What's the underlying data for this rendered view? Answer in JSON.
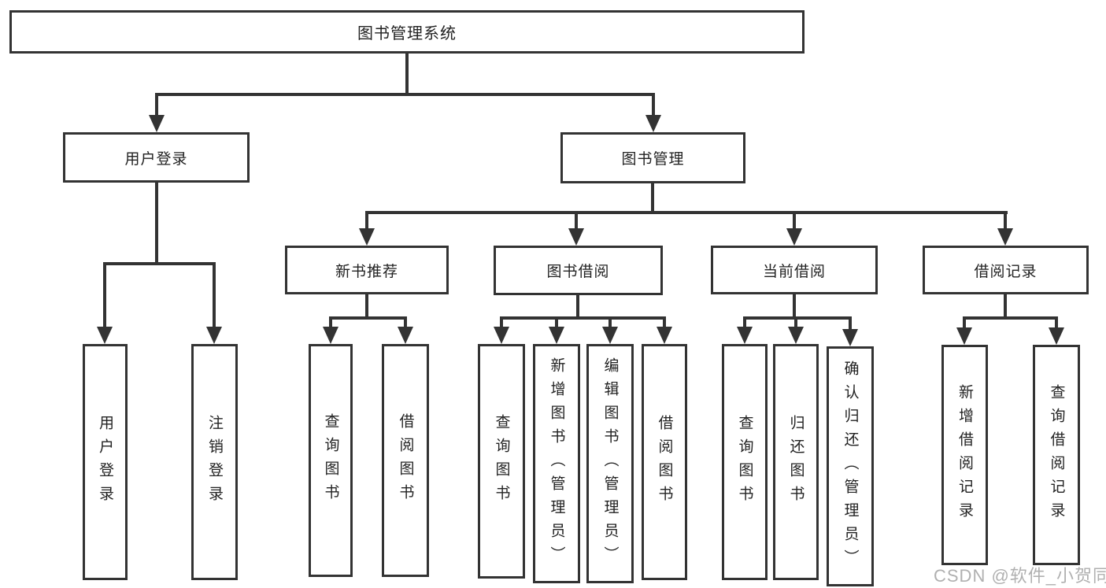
{
  "diagram": {
    "colors": {
      "line": "#333333",
      "text": "#222222",
      "background": "#ffffff",
      "watermark": "#b0b0b0"
    },
    "root": {
      "label": "图书管理系统"
    },
    "level2": [
      {
        "label": "用户登录"
      },
      {
        "label": "图书管理"
      }
    ],
    "level3": [
      {
        "label": "新书推荐"
      },
      {
        "label": "图书借阅"
      },
      {
        "label": "当前借阅"
      },
      {
        "label": "借阅记录"
      }
    ],
    "leaves": {
      "user_login": [
        "用户登录",
        "注销登录"
      ],
      "new_book": [
        "查询图书",
        "借阅图书"
      ],
      "book_borrow": [
        "查询图书",
        "新增图书（管理员）",
        "编辑图书（管理员）",
        "借阅图书"
      ],
      "current_borrow": [
        "查询图书",
        "归还图书",
        "确认归还（管理员）"
      ],
      "borrow_record": [
        "新增借阅记录",
        "查询借阅记录"
      ]
    },
    "watermark": "CSDN @软件_小贺同学"
  }
}
